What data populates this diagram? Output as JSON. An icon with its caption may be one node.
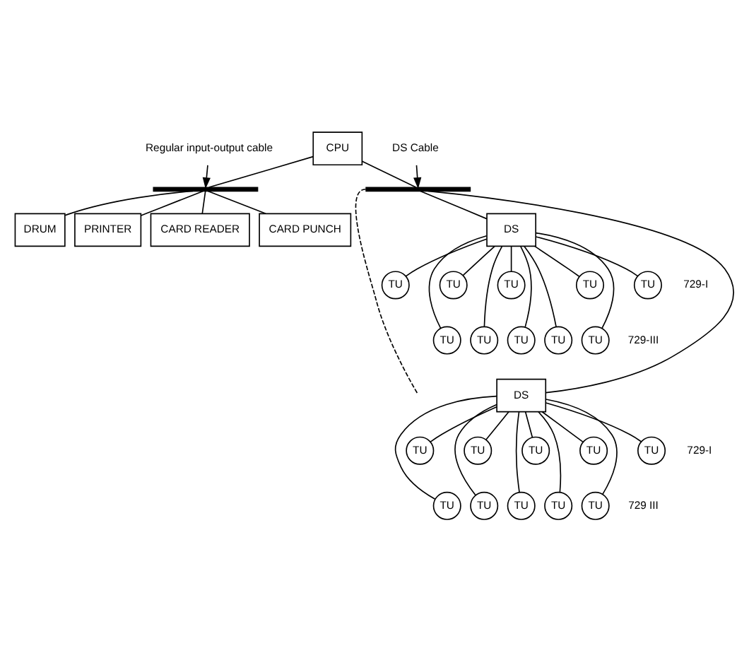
{
  "diagram": {
    "nodes": [
      {
        "text": [
          "CPU"
        ]
      },
      {
        "text": [
          "DRUM"
        ]
      },
      {
        "text": [
          "PRINTER"
        ]
      },
      {
        "text": [
          "CARD READER"
        ]
      },
      {
        "text": [
          "CARD PUNCH"
        ]
      },
      {
        "text": [
          "Regular input-output cable"
        ]
      },
      {
        "text": [
          "DS Cable"
        ]
      },
      {
        "text": [
          "DS"
        ]
      },
      {
        "text": [
          "TU"
        ]
      },
      {
        "text": [
          "TU"
        ]
      },
      {
        "text": [
          "TU"
        ]
      },
      {
        "text": [
          "TU"
        ]
      },
      {
        "text": [
          "TU"
        ],
        "beside": [
          "729-I"
        ]
      },
      {
        "text": [
          "TU"
        ]
      },
      {
        "text": [
          "TU"
        ]
      },
      {
        "text": [
          "TU"
        ]
      },
      {
        "text": [
          "TU"
        ]
      },
      {
        "text": [
          "TU"
        ],
        "beside": [
          "729-III"
        ]
      },
      {
        "text": [
          "DS"
        ]
      },
      {
        "text": [
          "TU"
        ]
      },
      {
        "text": [
          "TU"
        ]
      },
      {
        "text": [
          "TU"
        ]
      },
      {
        "text": [
          "TU"
        ]
      },
      {
        "text": [
          "TU"
        ],
        "beside": [
          "729-I"
        ]
      },
      {
        "text": [
          "TU"
        ]
      },
      {
        "text": [
          "TU"
        ]
      },
      {
        "text": [
          "TU"
        ]
      },
      {
        "text": [
          "TU"
        ]
      },
      {
        "text": [
          "TU"
        ],
        "beside": [
          "729 III"
        ]
      },
      {
        "text": [],
        "shape": "bar"
      },
      {
        "text": [],
        "shape": "bar"
      }
    ],
    "edges": [
      {
        "from": 0,
        "to": 29,
        "arrow": "none"
      },
      {
        "from": 29,
        "to": 1,
        "arrow": "none"
      },
      {
        "from": 29,
        "to": 2,
        "arrow": "none"
      },
      {
        "from": 29,
        "to": 3,
        "arrow": "none"
      },
      {
        "from": 29,
        "to": 4,
        "arrow": "none"
      },
      {
        "from": 5,
        "to": 29,
        "arrow": "to"
      },
      {
        "from": 0,
        "to": 30,
        "arrow": "none"
      },
      {
        "from": 6,
        "to": 30,
        "arrow": "to"
      },
      {
        "from": 30,
        "to": 7,
        "arrow": "none"
      },
      {
        "from": 7,
        "to": 8,
        "arrow": "none"
      },
      {
        "from": 7,
        "to": 9,
        "arrow": "none"
      },
      {
        "from": 7,
        "to": 10,
        "arrow": "none"
      },
      {
        "from": 7,
        "to": 11,
        "arrow": "none"
      },
      {
        "from": 7,
        "to": 12,
        "arrow": "none"
      },
      {
        "from": 7,
        "to": 13,
        "arrow": "none"
      },
      {
        "from": 7,
        "to": 14,
        "arrow": "none"
      },
      {
        "from": 7,
        "to": 15,
        "arrow": "none"
      },
      {
        "from": 7,
        "to": 16,
        "arrow": "none"
      },
      {
        "from": 7,
        "to": 17,
        "arrow": "none"
      },
      {
        "from": 30,
        "to": 18,
        "arrow": "none"
      },
      {
        "from": 18,
        "to": 19,
        "arrow": "none"
      },
      {
        "from": 18,
        "to": 20,
        "arrow": "none"
      },
      {
        "from": 18,
        "to": 21,
        "arrow": "none"
      },
      {
        "from": 18,
        "to": 22,
        "arrow": "none"
      },
      {
        "from": 18,
        "to": 23,
        "arrow": "none"
      },
      {
        "from": 18,
        "to": 24,
        "arrow": "none"
      },
      {
        "from": 18,
        "to": 25,
        "arrow": "none"
      },
      {
        "from": 18,
        "to": 26,
        "arrow": "none"
      },
      {
        "from": 18,
        "to": 27,
        "arrow": "none"
      },
      {
        "from": 18,
        "to": 28,
        "arrow": "none"
      },
      {
        "from": 30,
        "to": null,
        "arrow": "none",
        "style": "dashed"
      }
    ]
  }
}
